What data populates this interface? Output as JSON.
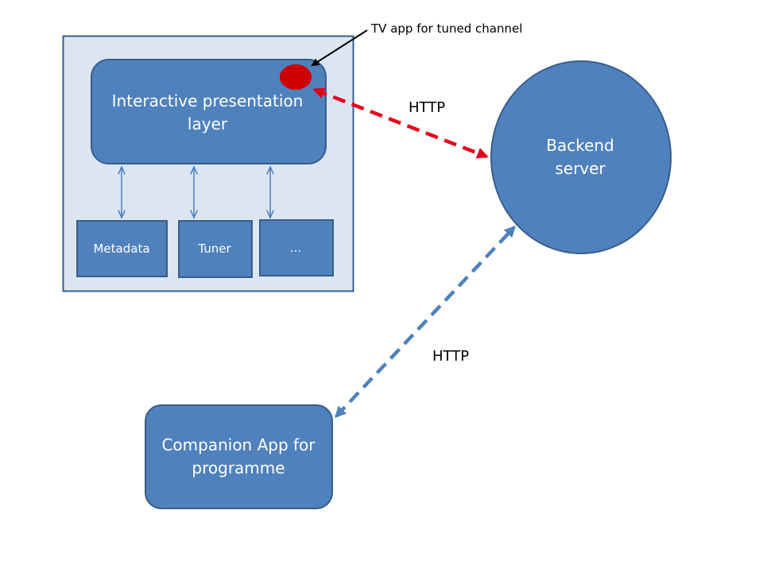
{
  "tv_device": {
    "presentation_layer": {
      "label_line1": "Interactive presentation",
      "label_line2": "layer"
    },
    "modules": [
      {
        "label": "Metadata"
      },
      {
        "label": "Tuner"
      },
      {
        "label": "..."
      }
    ]
  },
  "annotation": {
    "tv_app_label": "TV app for tuned channel"
  },
  "backend": {
    "label_line1": "Backend",
    "label_line2": "server"
  },
  "companion": {
    "label_line1": "Companion App for",
    "label_line2": "programme"
  },
  "connections": {
    "tv_to_backend_label": "HTTP",
    "companion_to_backend_label": "HTTP"
  },
  "colors": {
    "device_fill": "#dce6f2",
    "device_stroke": "#385d8a",
    "node_fill": "#4f81bd",
    "node_stroke": "#385d8a",
    "tv_app_dot": "#cc0000",
    "red_link": "#e3001b",
    "blue_link": "#4f81bd"
  }
}
